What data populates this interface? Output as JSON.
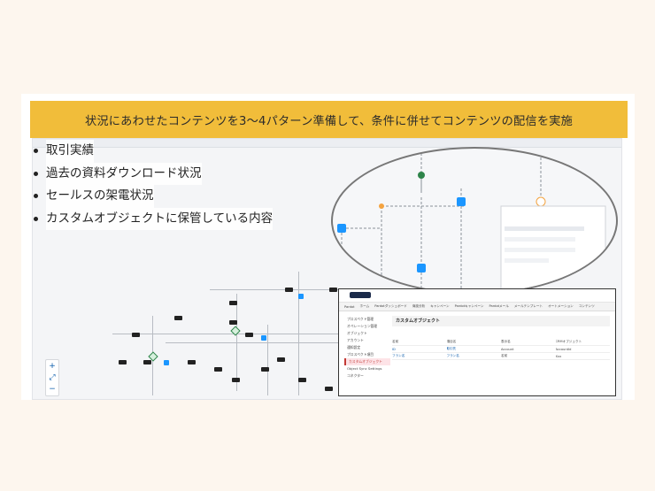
{
  "banner": {
    "text": "状況にあわせたコンテンツを3〜4パターン準備して、条件に併せてコンテンツの配信を実施"
  },
  "bullets": [
    "取引実績",
    "過去の資料ダウンロード状況",
    "セールスの架電状況",
    "カスタムオブジェクトに保管している内容"
  ],
  "flow": {
    "zoom_in": "+",
    "zoom_fit": "⤢",
    "zoom_out": "−"
  },
  "salesforce": {
    "app_name": "Pardot",
    "panel_title": "カスタムオブジェクト",
    "nav": [
      "ホーム",
      "Pardotダッシュボード",
      "商談分析",
      "キャンペーン",
      "Pardotキャンペーン",
      "Pardotメール",
      "メールテンプレート",
      "オートメーション",
      "コンテンツ"
    ],
    "sidebar": [
      "プロスペクト管理",
      "オペレーション管理",
      "オブジェクト",
      "アカウント",
      "通知設定",
      "プロスペクト項目",
      "カスタムオブジェクト",
      "Object Sync Settings",
      "コネクター"
    ],
    "columns": [
      "名前",
      "項目名",
      "表示名",
      "CRMオブジェクト"
    ],
    "rows": [
      [
        "ID",
        "取引先",
        "Account",
        "AccountId"
      ],
      [
        "フラン名",
        "フラン名",
        "名前",
        "Xxx"
      ]
    ]
  }
}
